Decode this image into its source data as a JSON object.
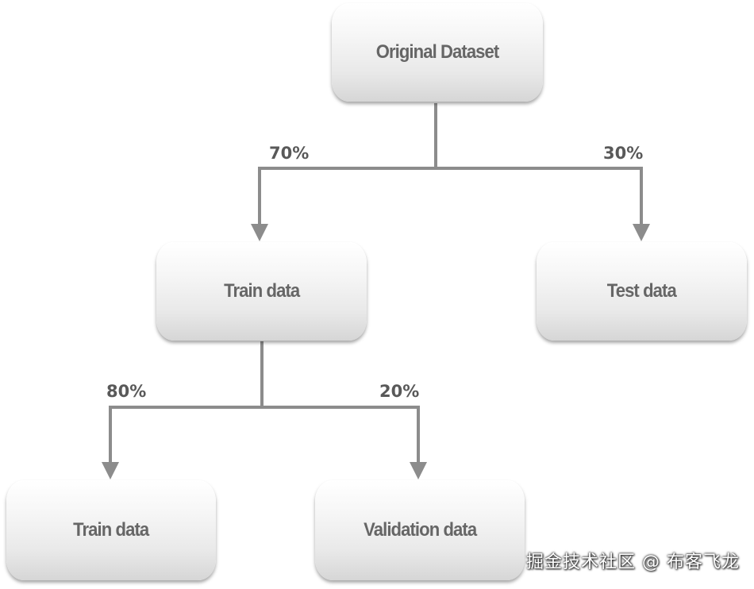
{
  "nodes": {
    "original": "Original Dataset",
    "train": "Train data",
    "test": "Test data",
    "train_sub": "Train data",
    "validation": "Validation data"
  },
  "edge_labels": {
    "train_pct": "70%",
    "test_pct": "30%",
    "train_sub_pct": "80%",
    "validation_pct": "20%"
  },
  "watermark": "掘金技术社区 @ 布客飞龙",
  "colors": {
    "connector": "#8c8c8c",
    "node_text": "#666666",
    "label_text": "#595959"
  }
}
